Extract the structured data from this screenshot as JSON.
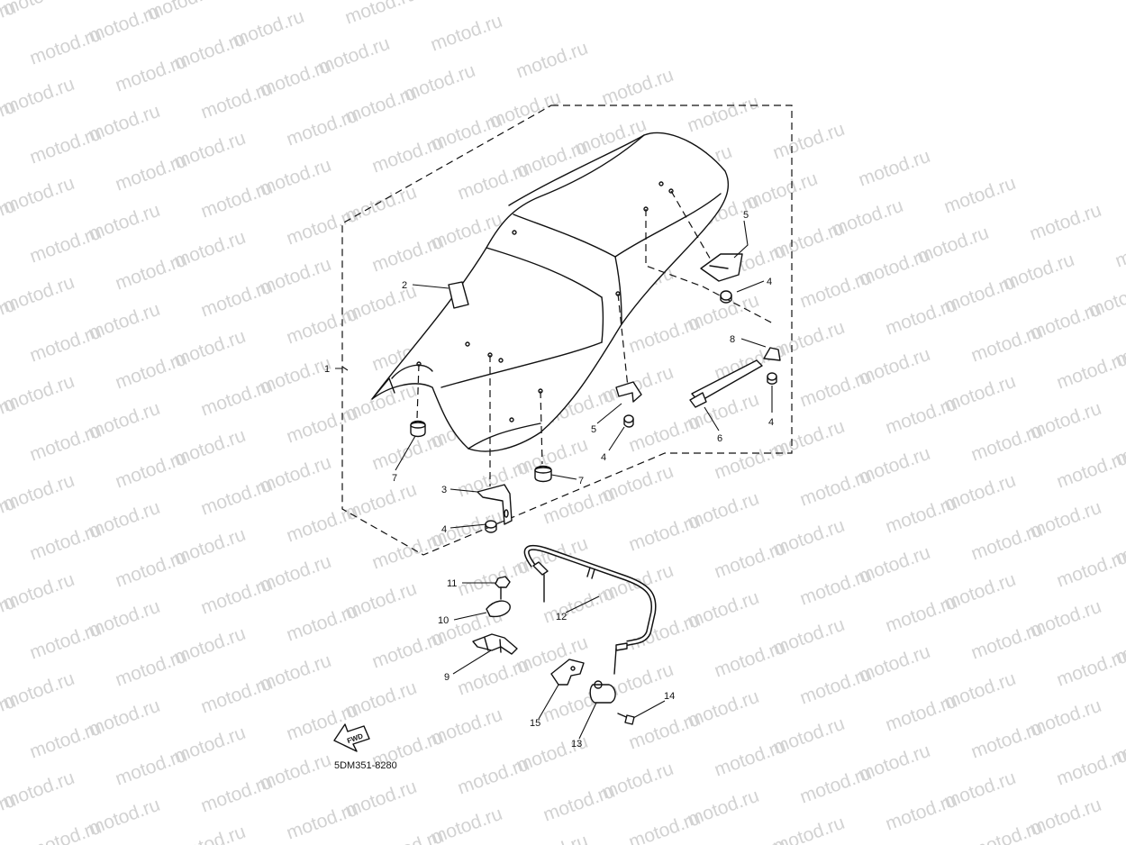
{
  "watermark": {
    "text": "motod.ru",
    "color": "#d2d2d2"
  },
  "callouts": {
    "seat_assembly": "1",
    "tab_top": "2",
    "bracket_front": "3",
    "grommet_bracket_front": "4",
    "grommet_rear_top": "4",
    "grommet_mid": "4",
    "grommet_strap": "4",
    "bracket_rear_top": "5",
    "bracket_mid": "5",
    "strap": "6",
    "damper_left": "7",
    "damper_right": "7",
    "holder": "8",
    "lock_bracket": "9",
    "plate": "10",
    "nut": "11",
    "cable": "12",
    "lock_body": "13",
    "bolt": "14",
    "lock_stay": "15"
  },
  "forward_arrow": {
    "label": "FWD"
  },
  "drawing_code": "5DM351-8280"
}
